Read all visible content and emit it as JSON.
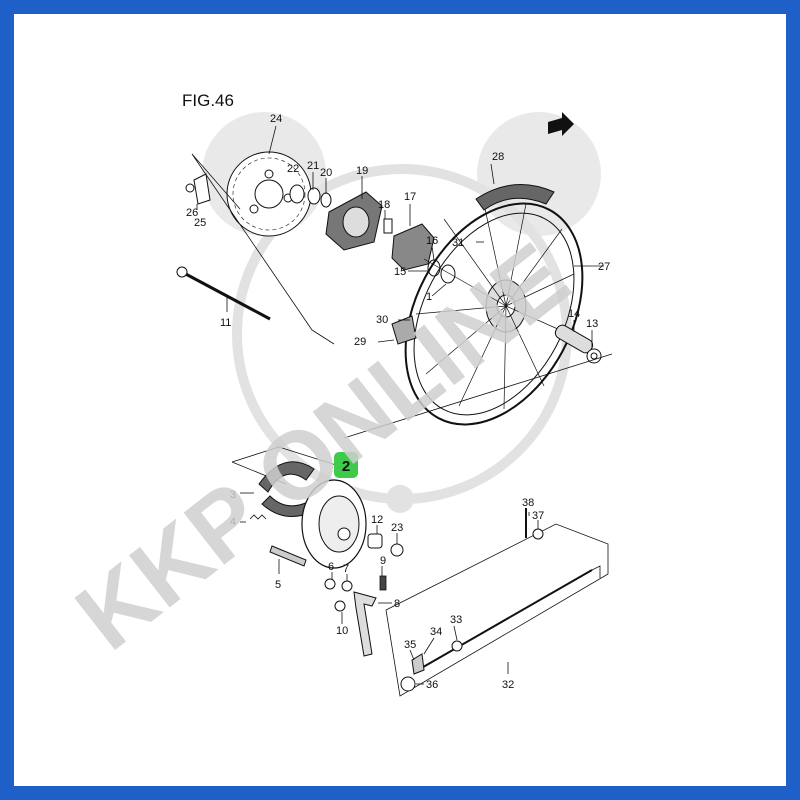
{
  "figure": {
    "title": "FIG.46",
    "fwd_label": "FWD"
  },
  "badge": {
    "label": "2",
    "color": "#3ecb4a"
  },
  "watermark": {
    "text": "KKP ONLINE",
    "color": "#cfcfcf"
  },
  "frame": {
    "border_color": "#1f5fc8"
  },
  "callouts": {
    "c1": "1",
    "c2": "2",
    "c3": "3",
    "c4": "4",
    "c5": "5",
    "c6": "6",
    "c7": "7",
    "c8": "8",
    "c9": "9",
    "c10": "10",
    "c11": "11",
    "c12": "12",
    "c13": "13",
    "c14": "14",
    "c15": "15",
    "c16": "16",
    "c17": "17",
    "c18": "18",
    "c19": "19",
    "c20": "20",
    "c21": "21",
    "c22": "22",
    "c23": "23",
    "c24": "24",
    "c25": "25",
    "c26": "26",
    "c27": "27",
    "c28": "28",
    "c29": "29",
    "c30": "30",
    "c31": "31",
    "c32": "32",
    "c33": "33",
    "c34": "34",
    "c35": "35",
    "c36": "36",
    "c37": "37",
    "c38": "38"
  }
}
